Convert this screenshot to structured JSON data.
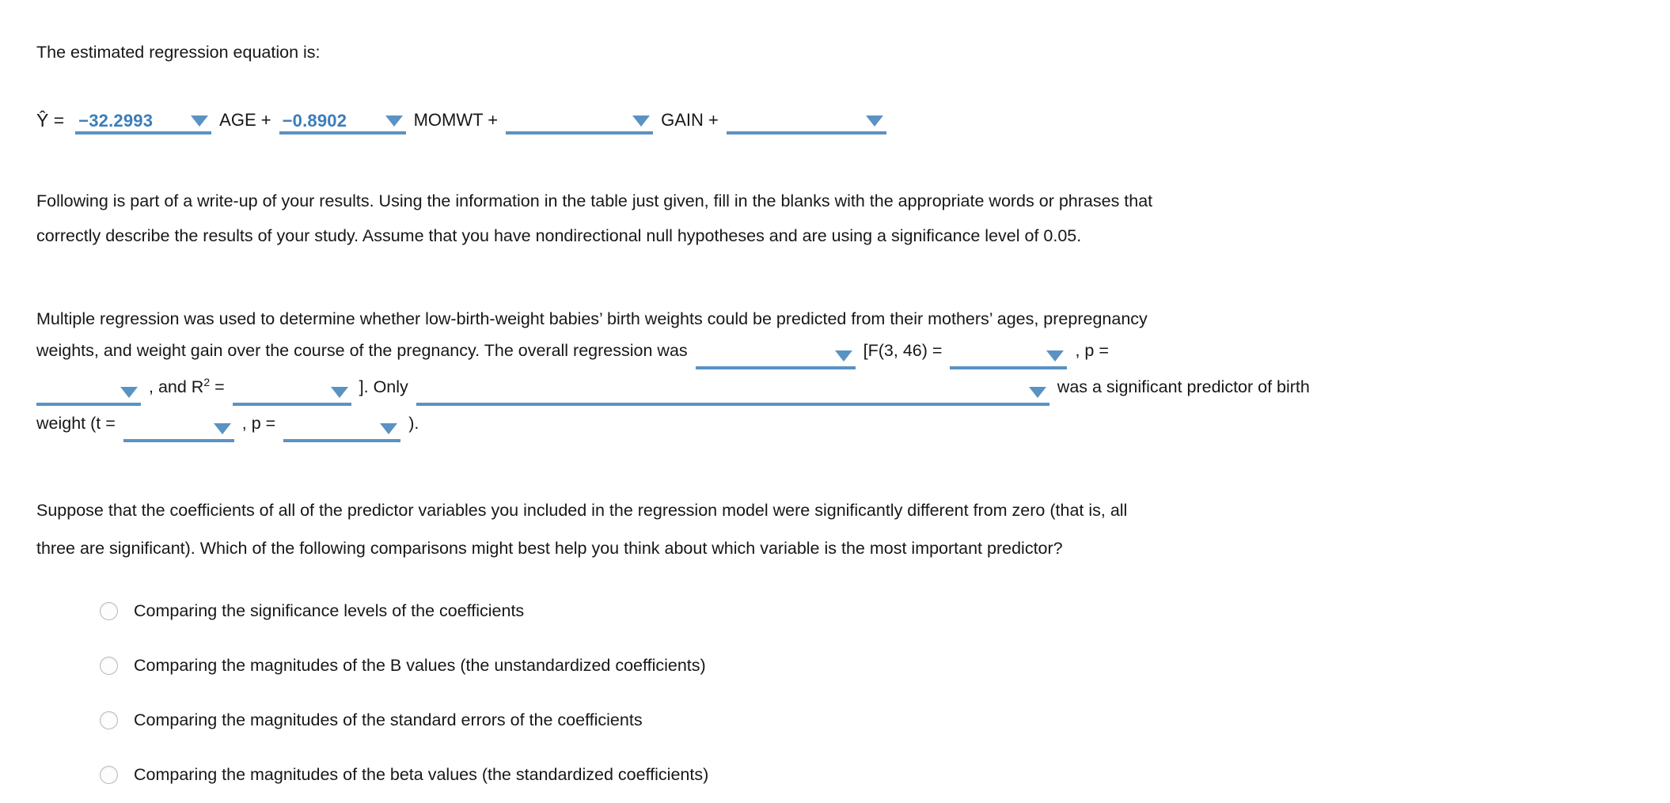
{
  "intro": {
    "heading": "The estimated regression equation is:"
  },
  "equation": {
    "lead": "Ŷ =",
    "terms": [
      {
        "value": "−32.2993",
        "label": "AGE +",
        "filled": true
      },
      {
        "value": "−0.8902",
        "label": "MOMWT +",
        "filled": true
      },
      {
        "value": "",
        "label": "GAIN +",
        "filled": false
      },
      {
        "value": "",
        "label": "",
        "filled": false
      }
    ]
  },
  "instructions": {
    "line1": "Following is part of a write-up of your results. Using the information in the table just given, fill in the blanks with the appropriate words or phrases that",
    "line2": "correctly describe the results of your study. Assume that you have nondirectional null hypotheses and are using a significance level of 0.05."
  },
  "writeup": {
    "line1": "Multiple regression was used to determine whether low-birth-weight babies’ birth weights could be predicted from their mothers’ ages, prepregnancy",
    "line2_a": "weights, and weight gain over the course of the pregnancy. The overall regression was",
    "blank_overall": "",
    "line2_b": "[F(3, 46) =",
    "blank_f": "",
    "line2_c": ", p =",
    "blank_p1": "",
    "line3_a": ", and R² =",
    "blank_r2": "",
    "line3_b": "]. Only",
    "blank_predictor": "",
    "line3_c": "was a significant predictor of birth",
    "line4_a": "weight (t =",
    "blank_t": "",
    "line4_b": ", p =",
    "blank_p2": "",
    "line4_c": ")."
  },
  "question": {
    "line1": "Suppose that the coefficients of all of the predictor variables you included in the regression model were significantly different from zero (that is, all",
    "line2": "three are significant). Which of the following comparisons might best help you think about which variable is the most important predictor?",
    "options": [
      {
        "label": "Comparing the significance levels of the coefficients",
        "selected": false
      },
      {
        "label": "Comparing the magnitudes of the B values (the unstandardized coefficients)",
        "selected": false
      },
      {
        "label": "Comparing the magnitudes of the standard errors of the coefficients",
        "selected": false
      },
      {
        "label": "Comparing the magnitudes of the beta values (the standardized coefficients)",
        "selected": false
      }
    ]
  },
  "colors": {
    "accent": "#5a92c3",
    "value_text": "#3a7dba",
    "text": "#171717",
    "radio_border": "#b9b9b9"
  }
}
